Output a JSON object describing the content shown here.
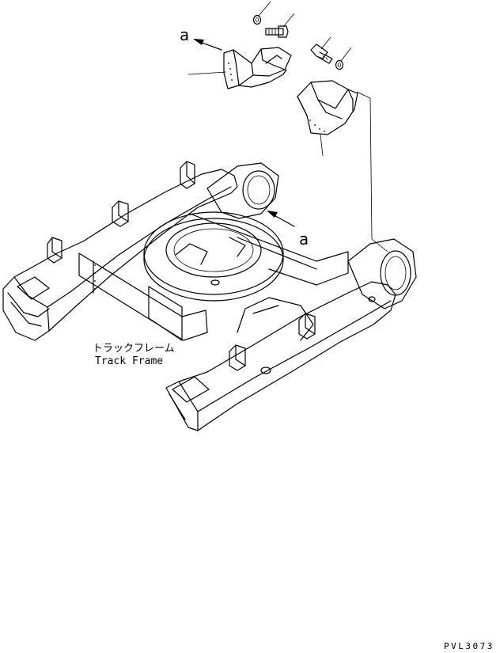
{
  "callouts": {
    "arrow_letter_top": "a",
    "arrow_letter_right": "a"
  },
  "frame_label": {
    "jp": "トラックフレーム",
    "en": "Track Frame"
  },
  "drawing_code": "PVL3073"
}
